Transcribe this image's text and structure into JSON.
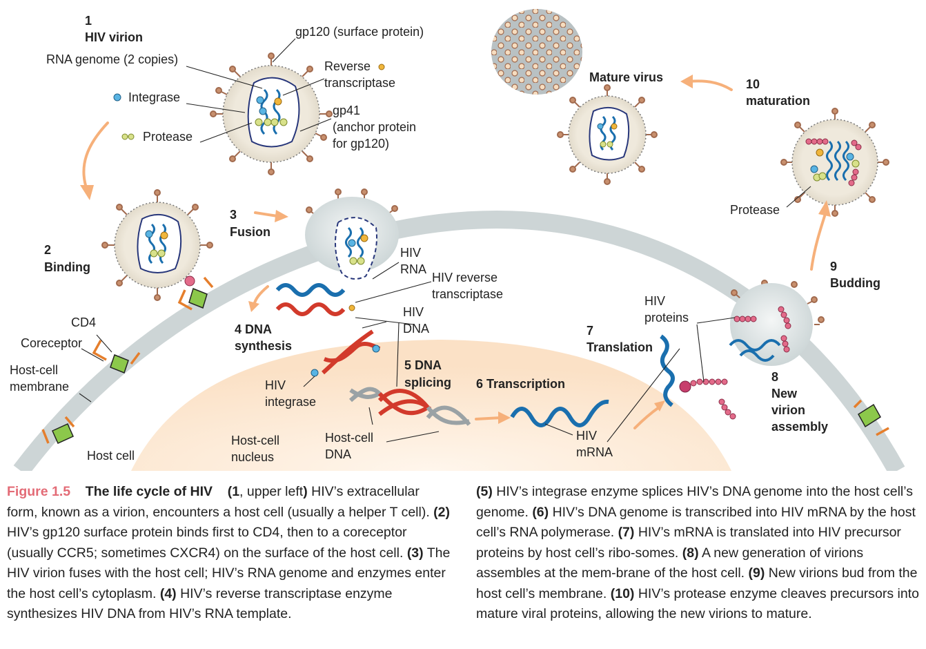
{
  "steps": {
    "s1_num": "1",
    "s1_title": "HIV virion",
    "s2_num": "2",
    "s2_title": "Binding",
    "s3_num": "3",
    "s3_title": "Fusion",
    "s4_l1": "4 DNA",
    "s4_l2": "synthesis",
    "s5_l1": "5 DNA",
    "s5_l2": "splicing",
    "s6": "6 Transcription",
    "s7_num": "7",
    "s7_title": "Translation",
    "s8_num": "8",
    "s8_l1": "New",
    "s8_l2": "virion",
    "s8_l3": "assembly",
    "s9_num": "9",
    "s9_title": "Budding",
    "s10_num": "10",
    "s10_title": "maturation",
    "mature": "Mature virus"
  },
  "labels": {
    "gp120": "gp120 (surface protein)",
    "rna_genome": "RNA genome (2 copies)",
    "rt_1": "Reverse",
    "rt_2": "transcriptase",
    "integrase": "Integrase",
    "gp41_1": "gp41",
    "gp41_2": "(anchor protein",
    "gp41_3": "for gp120)",
    "protease": "Protease",
    "hiv_rna_1": "HIV",
    "hiv_rna_2": "RNA",
    "hiv_rt_1": "HIV reverse",
    "hiv_rt_2": "transcriptase",
    "hiv_dna_1": "HIV",
    "hiv_dna_2": "DNA",
    "hiv_int_1": "HIV",
    "hiv_int_2": "integrase",
    "cd4": "CD4",
    "coreceptor": "Coreceptor",
    "membrane_1": "Host-cell",
    "membrane_2": "membrane",
    "host_cell": "Host cell",
    "nucleus_1": "Host-cell",
    "nucleus_2": "nucleus",
    "host_dna_1": "Host-cell",
    "host_dna_2": "DNA",
    "mrna_1": "HIV",
    "mrna_2": "mRNA",
    "proteins_1": "HIV",
    "proteins_2": "proteins",
    "protease_2": "Protease"
  },
  "caption": {
    "fig_num": "Figure 1.5",
    "fig_title": "The life cycle of HIV",
    "left": [
      {
        "b": "(1",
        "t": ", upper left"
      },
      {
        "b": ")",
        "t": " HIV’s extracellular form, known as a virion, encounters a host cell (usually a helper T cell). "
      },
      {
        "b": "(2)",
        "t": " HIV’s gp120 surface protein binds first to CD4, then to a coreceptor (usually CCR5; sometimes CXCR4) on the surface of the host cell. "
      },
      {
        "b": "(3)",
        "t": " The HIV virion fuses with the host cell; HIV’s RNA genome and enzymes enter the host cell’s cytoplasm. "
      },
      {
        "b": "(4)",
        "t": " HIV’s reverse transcriptase enzyme synthesizes HIV DNA from HIV’s RNA template."
      }
    ],
    "right": [
      {
        "b": "(5)",
        "t": " HIV’s integrase enzyme splices HIV’s DNA genome into the host cell’s genome. "
      },
      {
        "b": "(6)",
        "t": " HIV’s DNA genome is transcribed into HIV mRNA by the host cell’s RNA polymerase. "
      },
      {
        "b": "(7)",
        "t": " HIV’s mRNA is translated into HIV precursor proteins by host cell’s ribo-somes. "
      },
      {
        "b": "(8)",
        "t": " A new generation of virions assembles at the mem-brane of the host cell. "
      },
      {
        "b": "(9)",
        "t": " New virions bud from the host cell’s membrane. "
      },
      {
        "b": "(10)",
        "t": " HIV’s protease enzyme cleaves precursors into mature viral proteins, allowing the new virions to mature."
      }
    ]
  },
  "colors": {
    "virion_fill": "#efe9dc",
    "membrane": "#cdd5d6",
    "nucleus": "#fbe7d2",
    "rna_blue": "#1a6fae",
    "dna_red": "#d23a2b",
    "arrow": "#f6b07a",
    "integrase": "#59b4e3",
    "rt": "#f0b63c",
    "protease": "#d8e18a",
    "spike": "#c8906e",
    "receptor_green": "#8cc84b",
    "receptor_orange": "#e57e2c",
    "protein_pink": "#d6537a",
    "figure_label": "#e36b76"
  }
}
